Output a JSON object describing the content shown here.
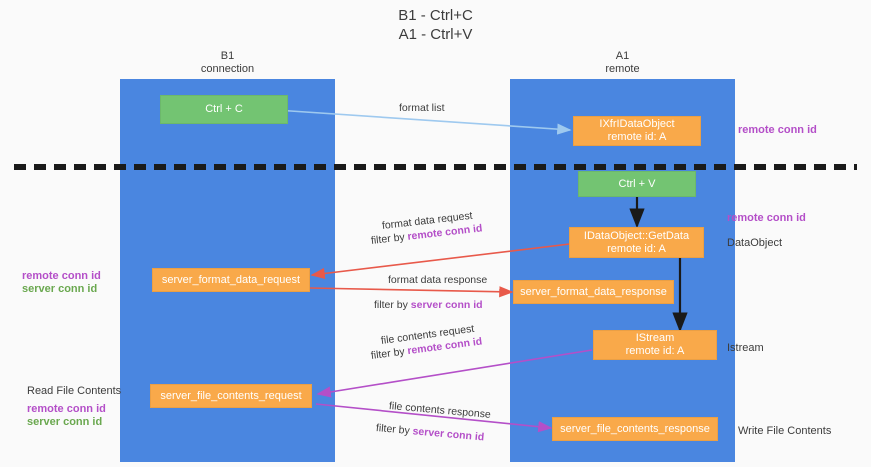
{
  "title": "B1 - Ctrl+C\nA1 - Ctrl+V",
  "columns": [
    {
      "name": "b1",
      "heading": "B1\nconnection"
    },
    {
      "name": "a1",
      "heading": "A1\nremote"
    }
  ],
  "nodes": {
    "ctrl_c": "Ctrl + C",
    "idataobject": "IXfrIDataObject\nremote id: A",
    "ctrl_v": "Ctrl + V",
    "getdata": "IDataObject::GetData\nremote id: A",
    "server_format_data_request": "server_format_data_request",
    "server_format_data_response": "server_format_data_response",
    "istream": "IStream\nremote id: A",
    "server_file_contents_request": "server_file_contents_request",
    "server_file_contents_response": "server_file_contents_response"
  },
  "edges": {
    "format_list": "format list",
    "format_data_request": "format data request",
    "format_data_request_filter_prefix": "filter by ",
    "format_data_request_filter_key": "remote conn id",
    "format_data_response": "format data response",
    "format_data_response_filter_prefix": "filter by ",
    "format_data_response_filter_key": "server conn id",
    "file_contents_request": "file contents request",
    "file_contents_request_filter_prefix": "filter by ",
    "file_contents_request_filter_key": "remote conn id",
    "file_contents_response": "file contents response",
    "file_contents_response_filter_prefix": "filter by ",
    "file_contents_response_filter_key": "server conn id"
  },
  "annotations": {
    "right_remote_conn_id_top": "remote conn id",
    "right_remote_conn_id_mid": "remote conn id",
    "right_dataobject": "DataObject",
    "right_istream": "Istream",
    "right_write_file_contents": "Write File Contents",
    "left_remote_conn_id_mid": "remote conn id",
    "left_server_conn_id_mid": "server conn id",
    "left_read_file_contents": "Read File Contents",
    "left_remote_conn_id_bottom": "remote conn id",
    "left_server_conn_id_bottom": "server conn id"
  },
  "colors": {
    "lane": "#4a86e0",
    "node_orange": "#f9a94a",
    "node_green": "#73c472",
    "arrow_blue": "#9ec9ef",
    "arrow_black": "#1a1a1a",
    "arrow_red": "#e8594a",
    "arrow_magenta": "#b44fc8",
    "key_purple": "#b44fc8",
    "key_green": "#6aa84f",
    "background": "#fafafa"
  }
}
